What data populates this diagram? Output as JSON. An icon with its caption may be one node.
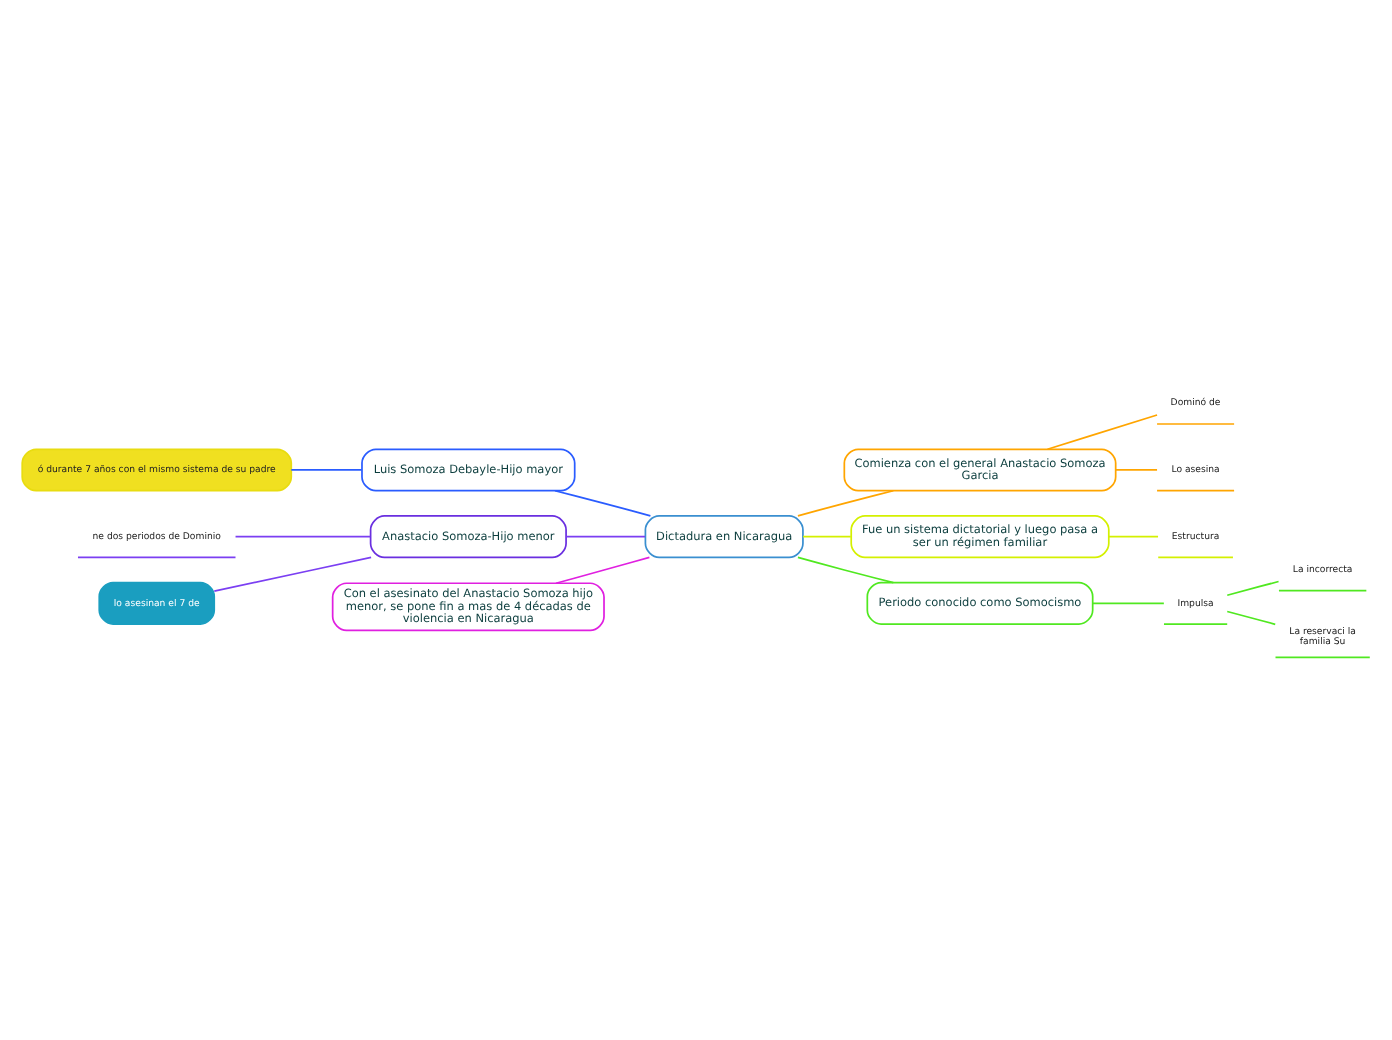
{
  "diagram": {
    "nodes": [
      {
        "text": [
          "Dictadura en Nicaragua"
        ]
      },
      {
        "text": [
          "Luis Somoza Debayle-Hijo mayor"
        ]
      },
      {
        "text": [
          "ó durante 7 años con el mismo sistema de su padre"
        ]
      },
      {
        "text": [
          "Anastacio Somoza-Hijo menor"
        ]
      },
      {
        "text": [
          "ne dos periodos de Dominio"
        ]
      },
      {
        "text": [
          "lo asesinan el 7 de"
        ]
      },
      {
        "text": [
          "Con el asesinato del Anastacio Somoza hijo menor, se pone fin a mas de 4 décadas de violencia en Nicaragua"
        ]
      },
      {
        "text": [
          "Comienza con el general Anastacio Somoza Garcia"
        ]
      },
      {
        "text": [
          "Dominó de"
        ]
      },
      {
        "text": [
          "Lo asesina"
        ]
      },
      {
        "text": [
          "Fue un sistema dictatorial y luego pasa a ser un régimen familiar"
        ]
      },
      {
        "text": [
          "Estructura"
        ]
      },
      {
        "text": [
          "Periodo conocido como Somocismo"
        ]
      },
      {
        "text": [
          "Impulsa"
        ]
      },
      {
        "text": [
          "La incorrecta"
        ]
      },
      {
        "text": [
          "La reservaci la familia Su"
        ]
      }
    ],
    "edges": [
      {
        "from": 1,
        "to": 0,
        "arrow": "none",
        "color": "#2a5cff"
      },
      {
        "from": 2,
        "to": 1,
        "arrow": "none",
        "color": "#2a5cff"
      },
      {
        "from": 3,
        "to": 0,
        "arrow": "none",
        "color": "#7b3ff2"
      },
      {
        "from": 4,
        "to": 3,
        "arrow": "none",
        "color": "#7b3ff2"
      },
      {
        "from": 5,
        "to": 3,
        "arrow": "none",
        "color": "#7b3ff2"
      },
      {
        "from": 6,
        "to": 0,
        "arrow": "none",
        "color": "#e020e0"
      },
      {
        "from": 0,
        "to": 7,
        "arrow": "none",
        "color": "#ffa500"
      },
      {
        "from": 7,
        "to": 8,
        "arrow": "none",
        "color": "#ffa500"
      },
      {
        "from": 7,
        "to": 9,
        "arrow": "none",
        "color": "#ffa500"
      },
      {
        "from": 0,
        "to": 10,
        "arrow": "none",
        "color": "#d4f000"
      },
      {
        "from": 10,
        "to": 11,
        "arrow": "none",
        "color": "#d4f000"
      },
      {
        "from": 0,
        "to": 12,
        "arrow": "none",
        "color": "#50e820"
      },
      {
        "from": 12,
        "to": 13,
        "arrow": "none",
        "color": "#50e820"
      },
      {
        "from": 13,
        "to": 14,
        "arrow": "none",
        "color": "#50e820"
      },
      {
        "from": 13,
        "to": 15,
        "arrow": "none",
        "color": "#50e820"
      }
    ]
  }
}
